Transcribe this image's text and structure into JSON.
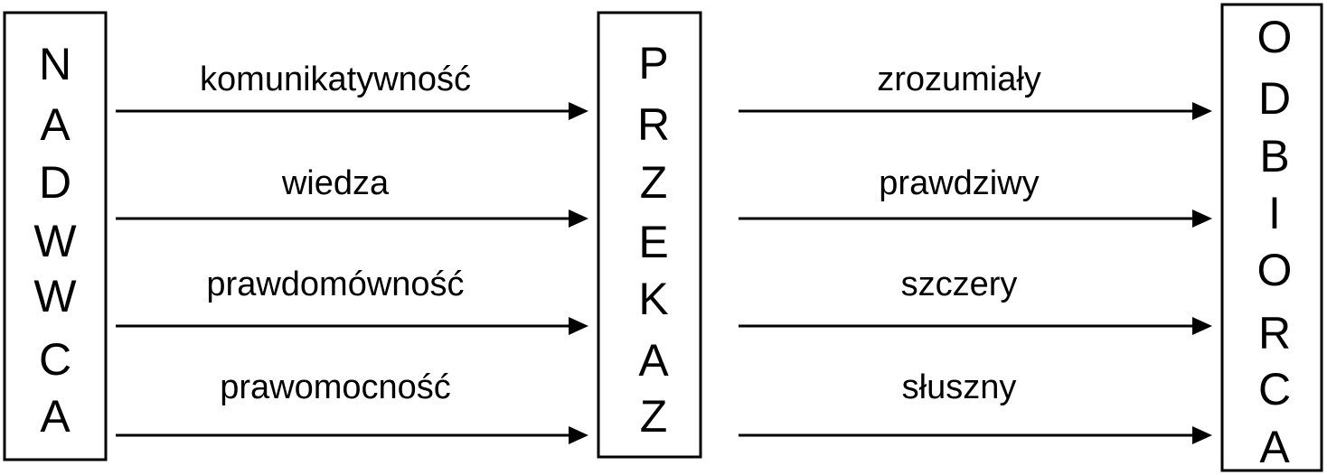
{
  "diagram": {
    "sender": {
      "letters": [
        "N",
        "A",
        "D",
        "W",
        "W",
        "C",
        "A"
      ]
    },
    "message": {
      "letters": [
        "P",
        "R",
        "Z",
        "E",
        "K",
        "A",
        "Z"
      ]
    },
    "receiver": {
      "letters": [
        "O",
        "D",
        "B",
        "I",
        "O",
        "R",
        "C",
        "A"
      ]
    },
    "left_labels": [
      "komunikatywność",
      "wiedza",
      "prawdomówność",
      "prawomocność"
    ],
    "right_labels": [
      "zrozumiały",
      "prawdziwy",
      "szczery",
      "słuszny"
    ],
    "colors": {
      "stroke": "#000000",
      "background": "#ffffff"
    }
  }
}
